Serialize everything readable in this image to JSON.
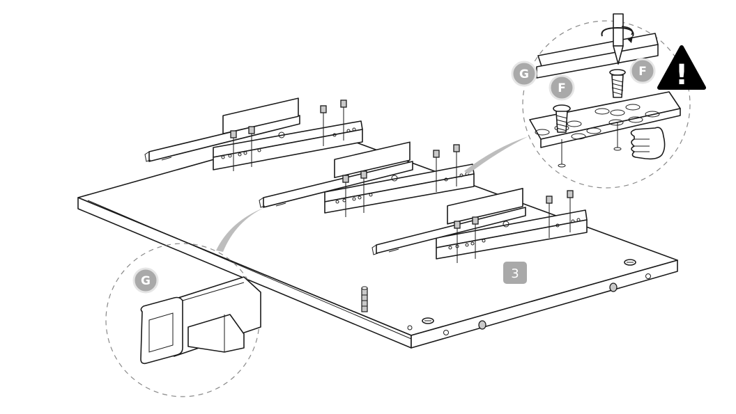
{
  "step": {
    "number": "3"
  },
  "labels": {
    "rail_part": "G",
    "screw_part": "F",
    "screw_part_2": "F",
    "rail_detail": "G"
  },
  "warning": {
    "symbol": "!",
    "icon": "warning-triangle-icon"
  },
  "colors": {
    "line": "#1a1a1a",
    "badge_fill": "#a9a9a9",
    "badge_text": "#ffffff",
    "warning": "#000000"
  }
}
